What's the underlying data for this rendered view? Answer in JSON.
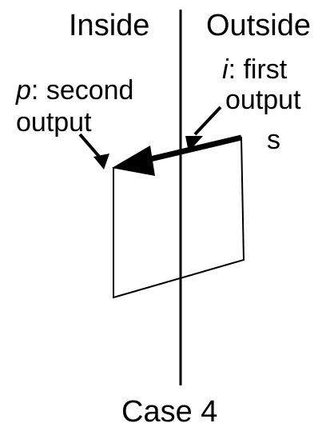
{
  "regions": {
    "inside": "Inside",
    "outside": "Outside"
  },
  "labels": {
    "p_symbol": "p",
    "p_text": ": second",
    "p_text2": "output",
    "i_symbol": "i",
    "i_text": ": first",
    "i_text2": "output",
    "s": "s"
  },
  "caption": "Case 4",
  "colors": {
    "ink": "#000000",
    "background": "#ffffff"
  }
}
